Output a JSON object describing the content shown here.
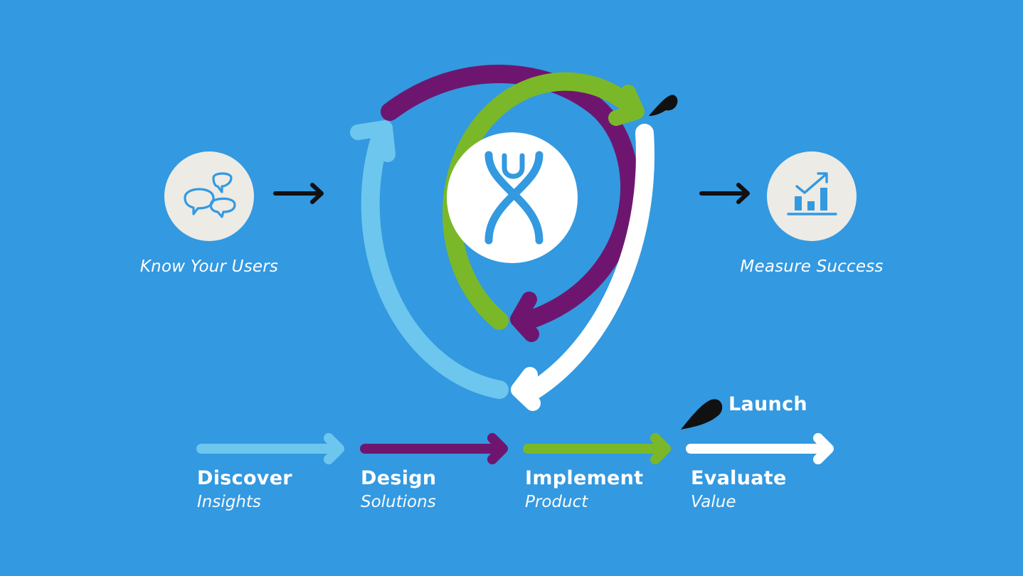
{
  "colors": {
    "background": "#3399e0",
    "discover": "#6cc6ee",
    "design": "#6e166f",
    "implement": "#7ab829",
    "evaluate": "#ffffff",
    "icon_circle": "#ecebe6",
    "icon_stroke": "#3399e0",
    "dark_arrow": "#111111"
  },
  "left_circle": {
    "icon": "chat-bubbles-icon",
    "label": "Know Your Users"
  },
  "right_circle": {
    "icon": "bar-chart-trend-icon",
    "label": "Measure Success"
  },
  "center_logo": {
    "icon": "ux-helix-logo-icon"
  },
  "launch": {
    "label": "Launch",
    "icon": "rocket-drop-icon"
  },
  "stages": [
    {
      "title": "Discover",
      "subtitle": "Insights"
    },
    {
      "title": "Design",
      "subtitle": "Solutions"
    },
    {
      "title": "Implement",
      "subtitle": "Product"
    },
    {
      "title": "Evaluate",
      "subtitle": "Value"
    }
  ]
}
